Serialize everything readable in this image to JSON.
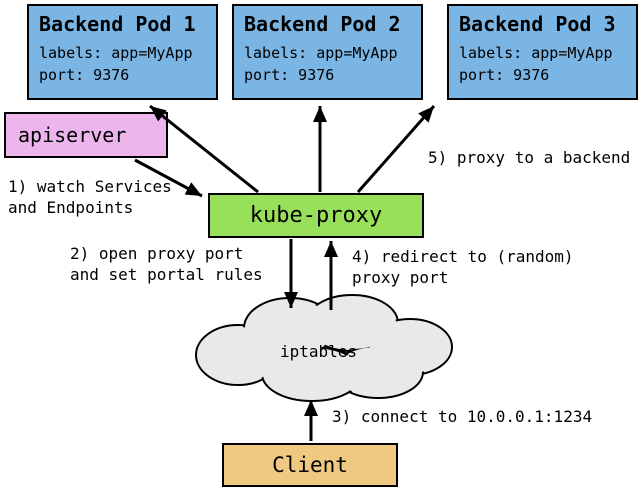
{
  "pods": [
    {
      "title": "Backend Pod 1",
      "labels": "labels: app=MyApp",
      "port": "port: 9376"
    },
    {
      "title": "Backend Pod 2",
      "labels": "labels: app=MyApp",
      "port": "port: 9376"
    },
    {
      "title": "Backend Pod 3",
      "labels": "labels: app=MyApp",
      "port": "port: 9376"
    }
  ],
  "apiserver": {
    "label": "apiserver"
  },
  "kube_proxy": {
    "label": "kube-proxy"
  },
  "iptables_cloud": {
    "label": "iptables"
  },
  "client": {
    "label": "Client"
  },
  "annotations": {
    "step1": "1) watch Services\nand Endpoints",
    "step2": "2) open proxy port\nand set portal rules",
    "step3": "3) connect to 10.0.0.1:1234",
    "step4": "4) redirect to (random)\nproxy port",
    "step5": "5) proxy to a backend"
  },
  "colors": {
    "pod-fill": "#7ab5e4",
    "apiserver-fill": "#ecb5ec",
    "kubeproxy-fill": "#98e05a",
    "client-fill": "#efc881",
    "cloud-fill": "#e9e9e9",
    "line": "#000000"
  }
}
